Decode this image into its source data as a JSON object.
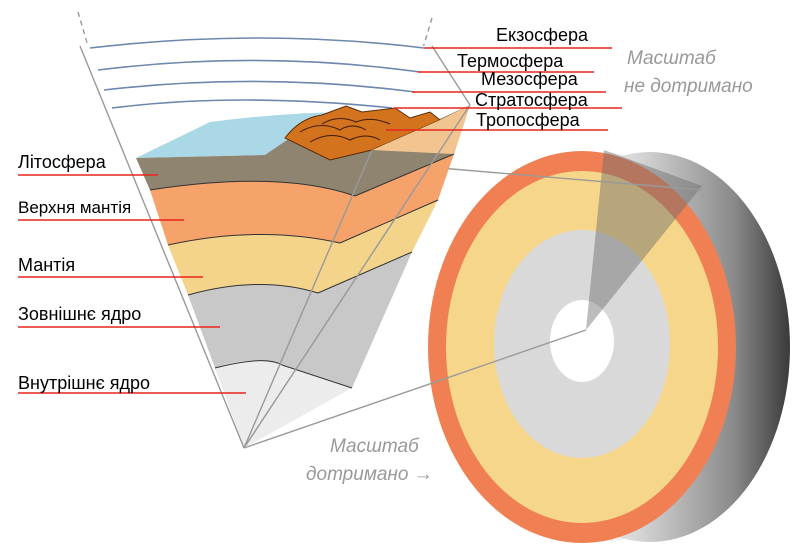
{
  "colors": {
    "leader_line": "#e8241c",
    "guide_line": "#999999",
    "atmosphere_arc": "#6d87ad",
    "ocean": "#aad8e6",
    "mountain": "#d3731d",
    "lithosphere": "#8e8470",
    "upper_mantle": "#f5a36b",
    "mantle": "#f4d38b",
    "outer_core": "#c8c8c8",
    "inner_core": "#ececec",
    "crust_outer": "#f08054",
    "globe_mantle": "#f6d68a",
    "globe_outer_core": "#d9d9d9",
    "globe_inner_core": "#ffffff"
  },
  "atmosphere_labels": [
    "Екзосфера",
    "Термосфера",
    "Мезосфера",
    "Стратосфера",
    "Тропосфера"
  ],
  "layer_labels": [
    "Літосфера",
    "Верхня мантія",
    "Мантія",
    "Зовнішнє ядро",
    "Внутрішнє ядро"
  ],
  "notes": {
    "scale_not_kept_line1": "Масштаб",
    "scale_not_kept_line2": "не дотримано",
    "scale_kept_line1": "Масштаб",
    "scale_kept_line2": "дотримано →"
  }
}
